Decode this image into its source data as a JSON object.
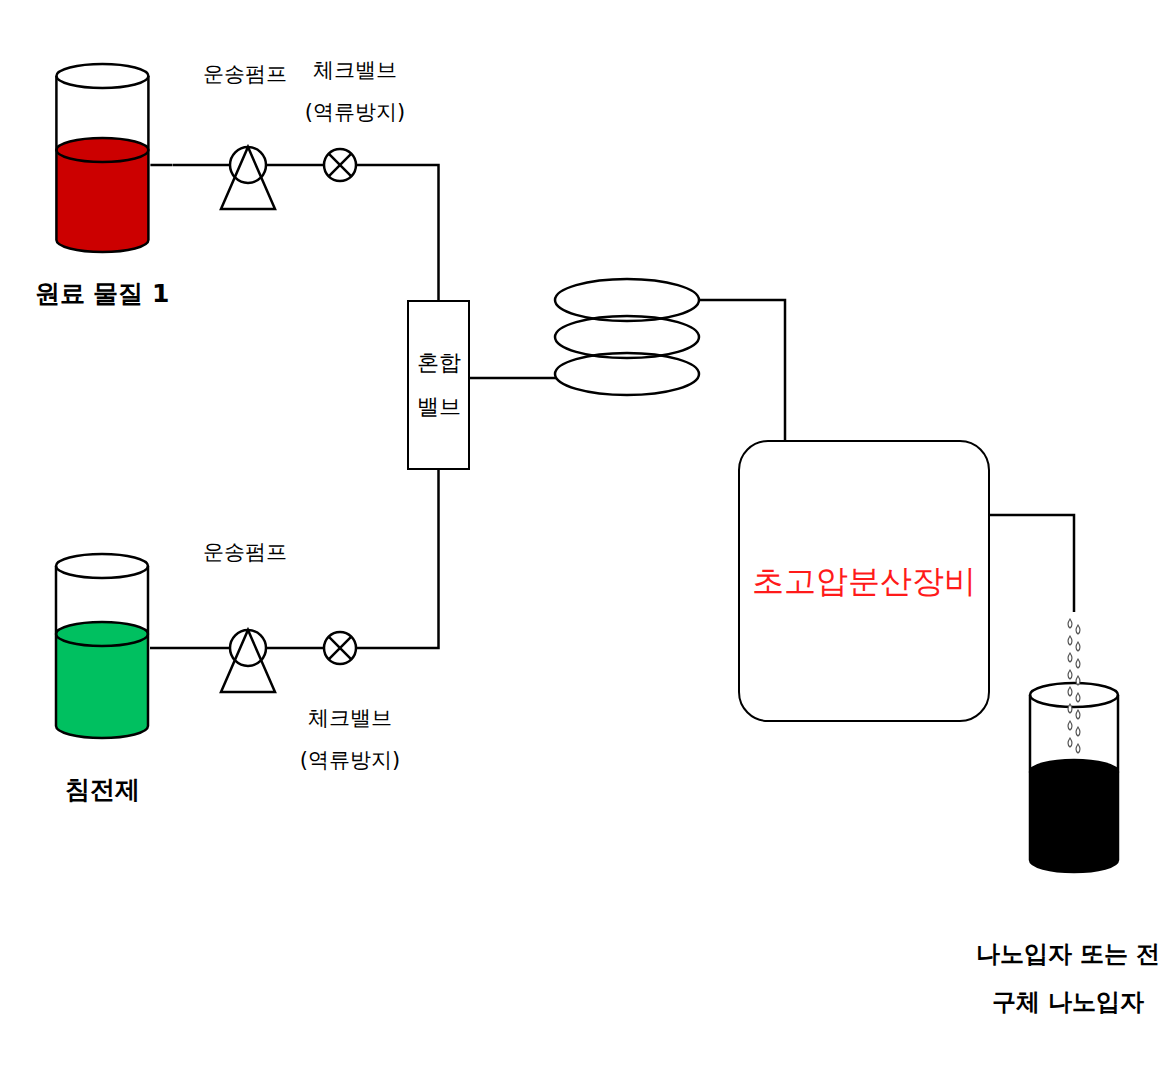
{
  "diagram": {
    "nodes": [
      {
        "text": [
          "원료 물질 1"
        ]
      },
      {
        "text": [
          "운송펌프"
        ]
      },
      {
        "text": [
          "체크밸브 (역류방지)"
        ]
      },
      {
        "text": [
          "혼합 밸브"
        ]
      },
      {
        "text": [
          "침전제"
        ]
      },
      {
        "text": [
          "운송펌프"
        ]
      },
      {
        "text": [
          "체크밸브 (역류방지)"
        ]
      },
      {
        "text": [
          "초고압분산장비"
        ]
      },
      {
        "text": [
          "나노입자 또는 전구체 나노입자"
        ]
      }
    ],
    "edges": [
      {
        "from": 0,
        "to": 1,
        "arrow": "none"
      },
      {
        "from": 1,
        "to": 2,
        "arrow": "none"
      },
      {
        "from": 2,
        "to": 3,
        "arrow": "none"
      },
      {
        "from": 4,
        "to": 5,
        "arrow": "none"
      },
      {
        "from": 5,
        "to": 6,
        "arrow": "none"
      },
      {
        "from": 6,
        "to": 3,
        "arrow": "none"
      },
      {
        "from": 3,
        "to": 7,
        "arrow": "none"
      },
      {
        "from": 7,
        "to": 8,
        "arrow": "none"
      }
    ]
  }
}
